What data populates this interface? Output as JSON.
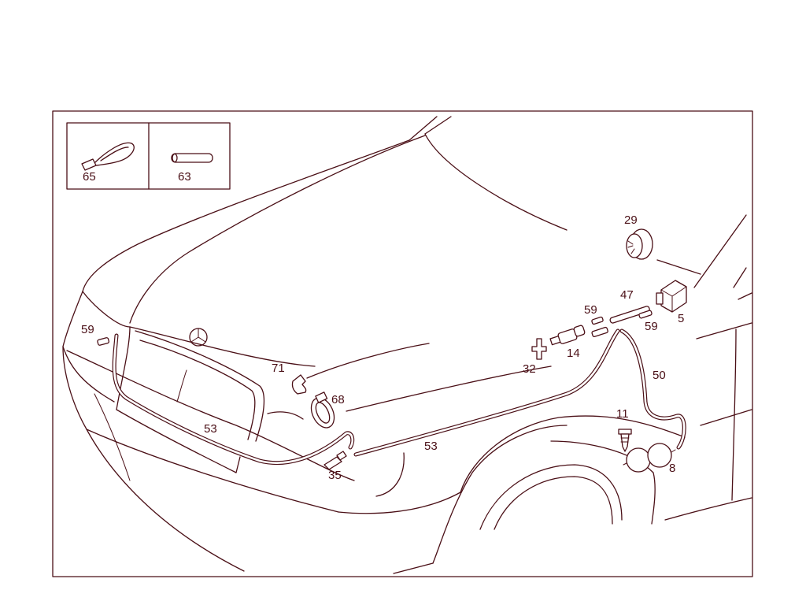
{
  "colors": {
    "line": "#4a0f16",
    "background": "#ffffff"
  },
  "labels": {
    "p65": "65",
    "p63": "63",
    "p29": "29",
    "p47": "47",
    "p59a": "59",
    "p59b": "59",
    "p59c": "59",
    "p5": "5",
    "p32": "32",
    "p14": "14",
    "p50": "50",
    "p71": "71",
    "p68": "68",
    "p53a": "53",
    "p53b": "53",
    "p11": "11",
    "p8": "8",
    "p35": "35"
  }
}
